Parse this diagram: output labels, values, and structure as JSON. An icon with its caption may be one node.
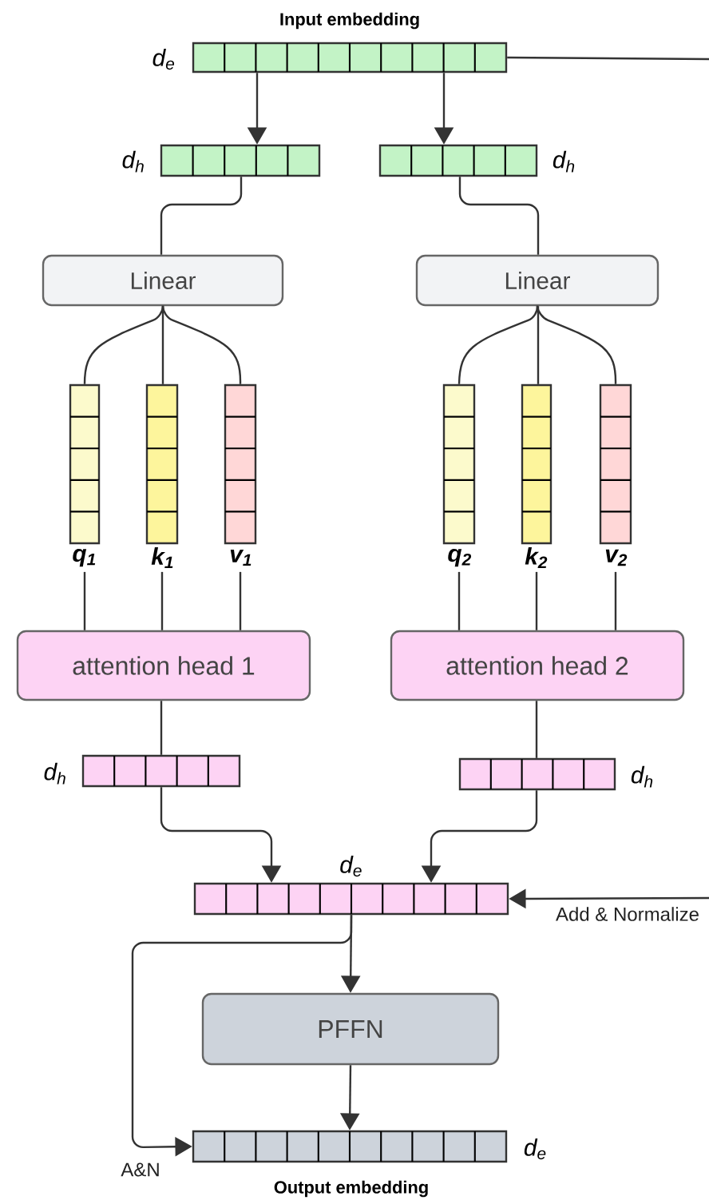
{
  "diagram": {
    "nodes": [
      {
        "text": [
          "Input embedding"
        ],
        "beside": [
          "d$_{e}$"
        ]
      },
      {
        "text": [],
        "shape": "bar",
        "beside": [
          "d$_{h}$"
        ]
      },
      {
        "text": [],
        "shape": "bar",
        "beside": [
          "d$_{h}$"
        ]
      },
      {
        "text": [
          "Linear"
        ]
      },
      {
        "text": [
          "Linear"
        ]
      },
      {
        "text": [],
        "shape": "bar",
        "beside": [
          "q$_{1}$"
        ]
      },
      {
        "text": [],
        "shape": "bar",
        "beside": [
          "k$_{1}$"
        ]
      },
      {
        "text": [],
        "shape": "bar",
        "beside": [
          "v$_{1}$"
        ]
      },
      {
        "text": [],
        "shape": "bar",
        "beside": [
          "q$_{2}$"
        ]
      },
      {
        "text": [],
        "shape": "bar",
        "beside": [
          "k$_{2}$"
        ]
      },
      {
        "text": [],
        "shape": "bar",
        "beside": [
          "v$_{2}$"
        ]
      },
      {
        "text": [
          "attention head 1"
        ]
      },
      {
        "text": [
          "attention head 2"
        ]
      },
      {
        "text": [],
        "shape": "bar",
        "beside": [
          "d$_{h}$"
        ]
      },
      {
        "text": [],
        "shape": "bar",
        "beside": [
          "d$_{h}$"
        ]
      },
      {
        "text": [],
        "shape": "bar",
        "beside": [
          "d$_{e}$"
        ]
      },
      {
        "text": [
          "PFFN"
        ]
      },
      {
        "text": [
          "Output embedding"
        ],
        "beside": [
          "d$_{e}$"
        ]
      }
    ],
    "edges": [
      {
        "from": 0,
        "to": 1,
        "arrow": "to"
      },
      {
        "from": 0,
        "to": 2,
        "arrow": "to"
      },
      {
        "from": 1,
        "to": 3,
        "arrow": "none"
      },
      {
        "from": 2,
        "to": 4,
        "arrow": "none"
      },
      {
        "from": 3,
        "to": 5,
        "arrow": "none"
      },
      {
        "from": 3,
        "to": 6,
        "arrow": "none"
      },
      {
        "from": 3,
        "to": 7,
        "arrow": "none"
      },
      {
        "from": 4,
        "to": 8,
        "arrow": "none"
      },
      {
        "from": 4,
        "to": 9,
        "arrow": "none"
      },
      {
        "from": 4,
        "to": 10,
        "arrow": "none"
      },
      {
        "from": 5,
        "to": 11,
        "arrow": "none"
      },
      {
        "from": 6,
        "to": 11,
        "arrow": "none"
      },
      {
        "from": 7,
        "to": 11,
        "arrow": "none"
      },
      {
        "from": 8,
        "to": 12,
        "arrow": "none"
      },
      {
        "from": 9,
        "to": 12,
        "arrow": "none"
      },
      {
        "from": 10,
        "to": 12,
        "arrow": "none"
      },
      {
        "from": 11,
        "to": 13,
        "arrow": "none"
      },
      {
        "from": 12,
        "to": 14,
        "arrow": "none"
      },
      {
        "from": 13,
        "to": 15,
        "arrow": "to"
      },
      {
        "from": 14,
        "to": 15,
        "arrow": "to"
      },
      {
        "from": 0,
        "to": null,
        "arrow": "none"
      },
      {
        "from": null,
        "to": 15,
        "arrow": "to",
        "label": "Add & Normalize"
      },
      {
        "from": 15,
        "to": 16,
        "arrow": "to"
      },
      {
        "from": 15,
        "to": 17,
        "arrow": "to",
        "label": "A&N"
      },
      {
        "from": 16,
        "to": 17,
        "arrow": "to"
      }
    ]
  }
}
